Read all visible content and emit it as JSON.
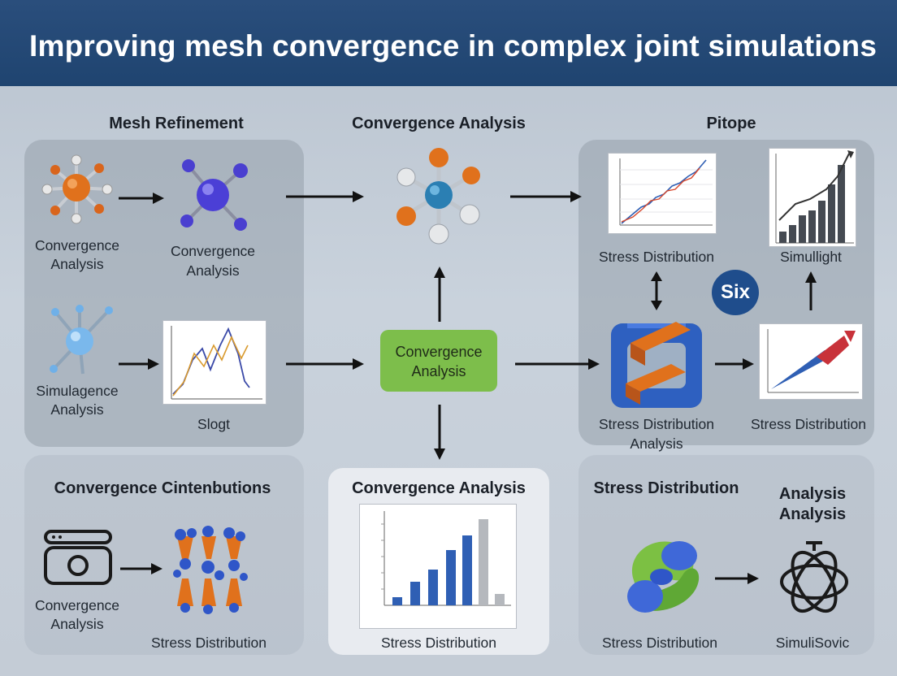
{
  "title": "Improving mesh convergence in complex joint simulations",
  "sections": {
    "mesh_refinement": "Mesh Refinement",
    "convergence_analysis": "Convergence Analysis",
    "pitope": "Pitope",
    "convergence_contributions": "Convergence Cintenbutions",
    "convergence_analysis_2": "Convergence Analysis",
    "stress_distribution": "Stress Distribution",
    "analysis_analysis": [
      "Analysis",
      "Analysis"
    ]
  },
  "labels": {
    "conv_analysis_a": [
      "Convergence",
      "Analysis"
    ],
    "conv_analysis_b": [
      "Convergence",
      "Analysis"
    ],
    "simulagence": [
      "Simulagence",
      "Analysis"
    ],
    "slogt": "Slogt",
    "center_box": [
      "Convergence",
      "Analysis"
    ],
    "stress_dist_tr": "Stress Distribution",
    "simullight": "Simullight",
    "six_badge": "Six",
    "stress_dist_analysis": [
      "Stress Distribution",
      "Analysis"
    ],
    "stress_dist_r": "Stress Distribution",
    "conv_analysis_c": [
      "Convergence",
      "Analysis"
    ],
    "stress_dist_bl": "Stress Distribution",
    "stress_dist_bc": "Stress Distribution",
    "stress_dist_br": "Stress Distribution",
    "simulisovic": "SimuliSovic"
  },
  "colors": {
    "header": "#1f4470",
    "orange": "#e0711c",
    "blue": "#3f6fc8",
    "green": "#7dbe4b",
    "red": "#c8323a"
  }
}
